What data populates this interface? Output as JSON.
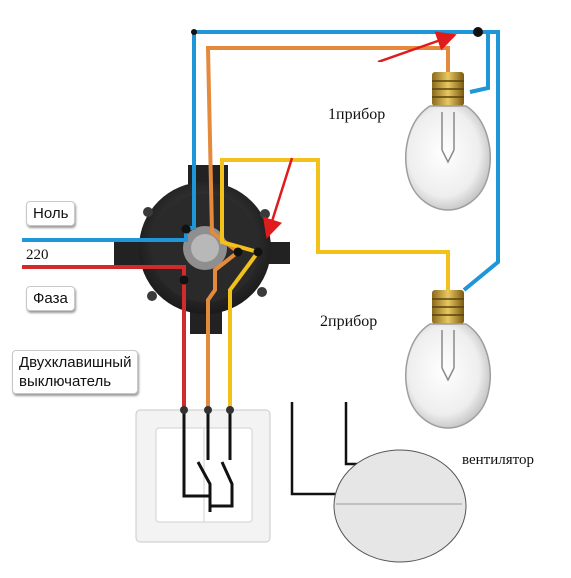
{
  "labels": {
    "neutral": "Ноль",
    "voltage": "220",
    "phase": "Фаза",
    "switch": "Двухклавишный\nвыключатель",
    "device1": "1прибор",
    "device2": "2прибор",
    "fan": "вентилятор"
  },
  "colors": {
    "neutral_wire": "#1e96d8",
    "phase_wire": "#d22a2a",
    "switched_wire_1": "#e48a3c",
    "switched_wire_2": "#f3c21a",
    "fan_wire": "#111111",
    "pointer_arrow": "#e01b1b",
    "fan_fill": "#e6e6e6"
  }
}
